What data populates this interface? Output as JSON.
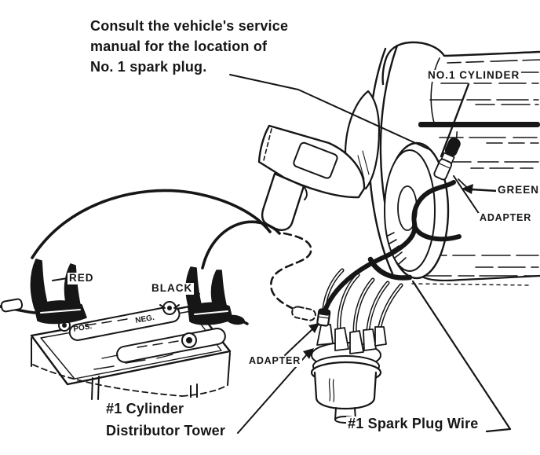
{
  "figure": {
    "background": "#ffffff",
    "ink_color": "#161616",
    "caption": {
      "line1": "Consult the vehicle's service",
      "line2": "manual for the location of",
      "line3": "No. 1 spark plug."
    },
    "callouts": {
      "no1_cylinder": "NO.1 CYLINDER",
      "green_wire": "GREEN",
      "engine_adapter": "ADAPTER",
      "red_clamp": "RED",
      "black_clamp": "BLACK",
      "distributor_adapter": "ADAPTER",
      "distributor_tower_line1": "#1 Cylinder",
      "distributor_tower_line2": "Distributor Tower",
      "spark_plug_wire": "#1 Spark Plug Wire"
    },
    "battery_markings": {
      "positive": "POS.",
      "negative": "NEG."
    }
  }
}
